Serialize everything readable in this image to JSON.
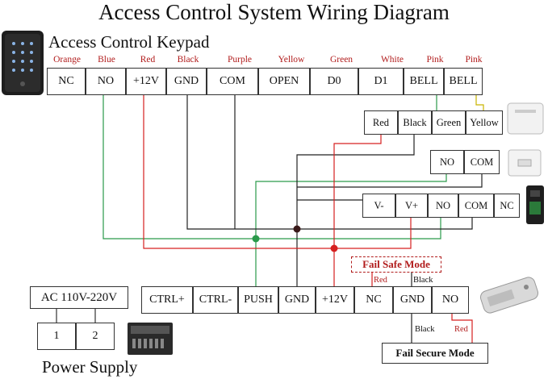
{
  "title": "Access Control System Wiring Diagram",
  "keypad": {
    "title": "Access Control Keypad",
    "wire_colors": [
      "Orange",
      "Blue",
      "Red",
      "Black",
      "Purple",
      "Yellow",
      "Green",
      "White",
      "Pink",
      "Pink"
    ],
    "terminals": [
      "NC",
      "NO",
      "+12V",
      "GND",
      "COM",
      "OPEN",
      "D0",
      "D1",
      "BELL",
      "BELL"
    ]
  },
  "doorbell": {
    "terminals": [
      "Red",
      "Black",
      "Green",
      "Yellow"
    ]
  },
  "exit_button": {
    "terminals": [
      "NO",
      "COM"
    ]
  },
  "remote_receiver": {
    "terminals": [
      "V-",
      "V+",
      "NO",
      "COM",
      "NC"
    ]
  },
  "power_supply": {
    "label": "Power Supply",
    "input_label": "AC 110V-220V",
    "input_terminals": [
      "1",
      "2"
    ],
    "output_terminals": [
      "CTRL+",
      "CTRL-",
      "PUSH",
      "GND",
      "+12V",
      "NC",
      "GND",
      "NO"
    ]
  },
  "lock_modes": {
    "fail_safe": {
      "label": "Fail Safe Mode",
      "wire_red": "Red",
      "wire_black": "Black"
    },
    "fail_secure": {
      "label": "Fail Secure Mode",
      "wire_black": "Black",
      "wire_red": "Red"
    }
  },
  "colors": {
    "wire_red": "#d62020",
    "wire_green": "#2a9a4a",
    "wire_black": "#222222",
    "label_red": "#b11c1c"
  }
}
